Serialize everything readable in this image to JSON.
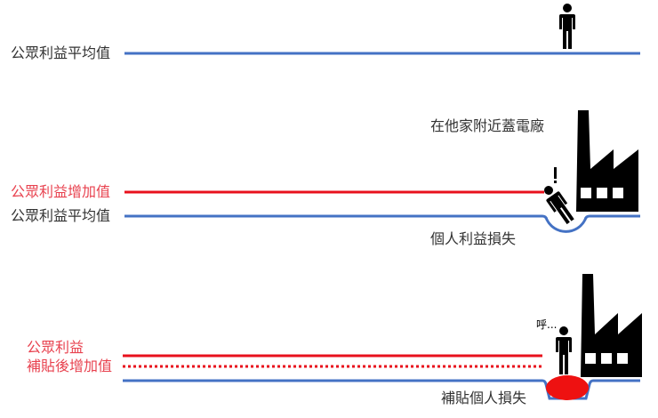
{
  "colors": {
    "average_line": "#4472c4",
    "increase_line": "#e8101c",
    "red_label": "#e8424f",
    "dark_text": "#333333",
    "icon": "#000000",
    "compensation_fill": "#ee1111"
  },
  "panel1": {
    "average_label": "公眾利益平均值"
  },
  "panel2": {
    "caption": "在他家附近蓋電廠",
    "increase_label": "公眾利益增加值",
    "average_label": "公眾利益平均值",
    "loss_label": "個人利益損失",
    "exclamation": "!"
  },
  "panel3": {
    "increase_label_line1": "公眾利益",
    "increase_label_line2": "補貼後增加值",
    "relief_speech": "呼...",
    "compensation_label": "補貼個人損失"
  },
  "icons": {
    "person": "person-icon",
    "factory": "factory-icon",
    "fallen_person": "fallen-person-icon"
  }
}
